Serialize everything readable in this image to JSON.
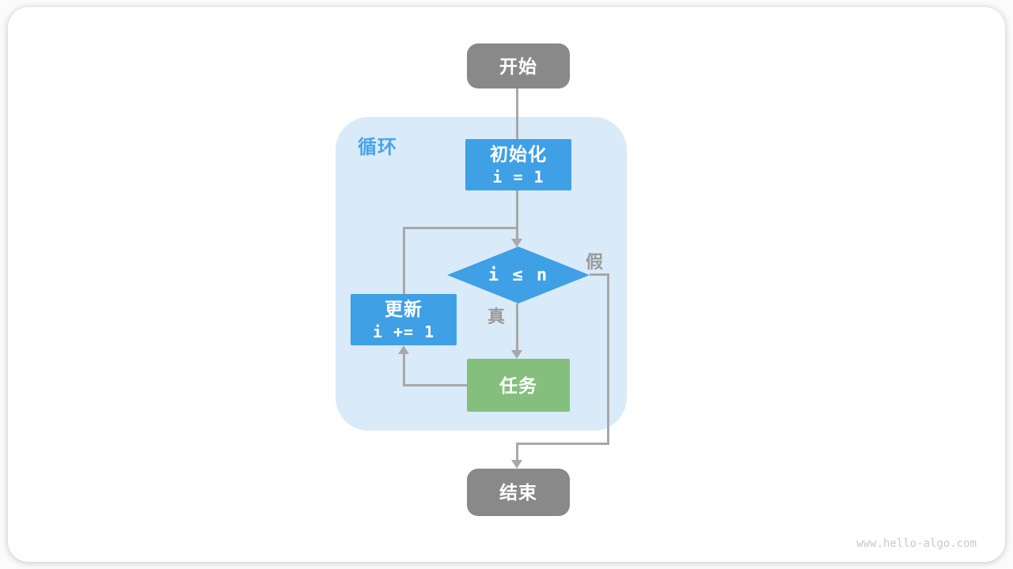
{
  "diagram": {
    "nodes": {
      "start": {
        "label": "开始"
      },
      "init": {
        "title": "初始化",
        "code": "i = 1"
      },
      "condition": {
        "code": "i ≤ n"
      },
      "update": {
        "title": "更新",
        "code": "i += 1"
      },
      "task": {
        "label": "任务"
      },
      "end": {
        "label": "结束"
      }
    },
    "labels": {
      "loop": "循环",
      "true": "真",
      "false": "假"
    },
    "watermark": "www.hello-algo.com",
    "colors": {
      "node_blue": "#3FA0E5",
      "node_green": "#85BF7E",
      "node_gray": "#898989",
      "loop_container": "#D9EAF8",
      "loop_label": "#4AA3E8",
      "connector": "#A8A8A8",
      "edge_label": "#9A9A9A",
      "watermark": "#C9C9C9"
    }
  }
}
